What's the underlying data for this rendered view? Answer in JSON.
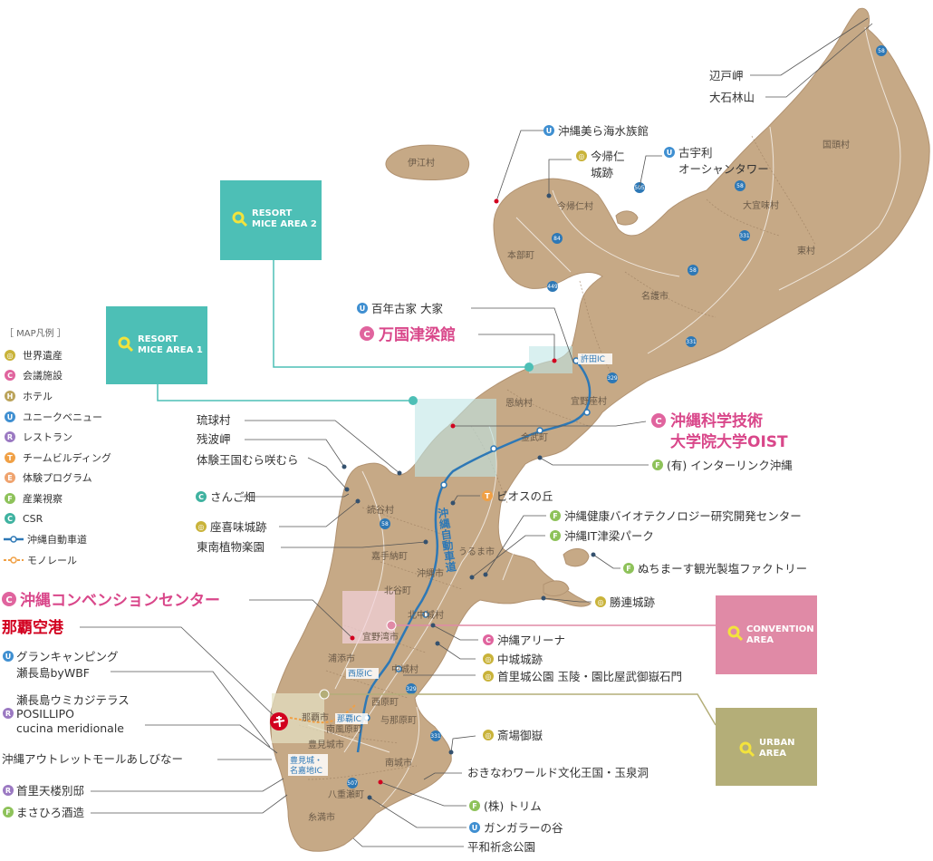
{
  "legend": {
    "title": "［ MAP凡例 ］",
    "items": [
      {
        "glyph": "◎",
        "color": "#c9b33a",
        "label": "世界遺産"
      },
      {
        "glyph": "C",
        "color": "#e0649e",
        "label": "会議施設"
      },
      {
        "glyph": "H",
        "color": "#bba35a",
        "label": "ホテル"
      },
      {
        "glyph": "U",
        "color": "#3f8fd1",
        "label": "ユニークベニュー"
      },
      {
        "glyph": "R",
        "color": "#9b79c2",
        "label": "レストラン"
      },
      {
        "glyph": "T",
        "color": "#f0a045",
        "label": "チームビルディング"
      },
      {
        "glyph": "E",
        "color": "#efa36e",
        "label": "体験プログラム"
      },
      {
        "glyph": "F",
        "color": "#8ec25a",
        "label": "産業視察"
      },
      {
        "glyph": "C",
        "color": "#3fb2a0",
        "label": "CSR"
      }
    ],
    "expressway_label": "沖縄自動車道",
    "monorail_label": "モノレール"
  },
  "area_boxes": [
    {
      "text1": "RESORT",
      "text2": "MICE AREA 2",
      "color": "#4dbfb6"
    },
    {
      "text1": "RESORT",
      "text2": "MICE AREA 1",
      "color": "#4dbfb6"
    },
    {
      "text1": "CONVENTION",
      "text2": "AREA",
      "color": "#e08aa6"
    },
    {
      "text1": "URBAN",
      "text2": "AREA",
      "color": "#b4ae78"
    }
  ],
  "labels": {
    "hedo": "辺戸岬",
    "oishi": "大石林山",
    "churaumi": "沖縄美ら海水族館",
    "nakijin_1": "今帰仁",
    "nakijin_2": "城跡",
    "kouri_1": "古宇利",
    "kouri_2": "オーシャンタワー",
    "hyakunen": "百年古家 大家",
    "bankoku": "万国津梁館",
    "oist_1": "沖縄科学技術",
    "oist_2": "大学院大学OIST",
    "interlink": "(有) インターリンク沖縄",
    "ryukyumura": "琉球村",
    "zanpa": "残波岬",
    "taiken": "体験王国むら咲むら",
    "sango": "さんご畑",
    "pios": "ビオスの丘",
    "zakimi": "座喜味城跡",
    "tonan": "東南植物楽園",
    "bio": "沖縄健康バイオテクノロジー研究開発センター",
    "itpark": "沖縄IT津梁パーク",
    "nuchima": "ぬちまーす観光製塩ファクトリー",
    "katsuren": "勝連城跡",
    "convention": "沖縄コンベンションセンター",
    "airport": "那覇空港",
    "arena": "沖縄アリーナ",
    "nakagusuku": "中城城跡",
    "shuri": "首里城公園 玉陵・園比屋武御嶽石門",
    "glamping_1": "グランキャンピング",
    "glamping_2": "瀬長島byWBF",
    "umikaji_1": "瀬長島ウミカジテラス",
    "umikaji_2": "POSILLIPO",
    "umikaji_3": "cucina meridionale",
    "seifa": "斎場御嶽",
    "outlet": "沖縄アウトレットモールあしびなー",
    "okinawaworld": "おきなわワールド文化王国・玉泉洞",
    "shuritenro": "首里天楼別邸",
    "trim": "(株) トリム",
    "masahiro": "まさひろ酒造",
    "gangala": "ガンガラーの谷",
    "heiwa": "平和祈念公園"
  },
  "towns": {
    "izena": "伊江村",
    "kunigami": "国頭村",
    "ogimi": "大宜味村",
    "higashi": "東村",
    "nakijin": "今帰仁村",
    "motobu": "本部町",
    "nago": "名護市",
    "onna": "恩納村",
    "ginoza": "宜野座村",
    "kin": "金武町",
    "yomitan": "読谷村",
    "kadena": "嘉手納町",
    "okinawa": "沖縄市",
    "uruma": "うるま市",
    "kitanakagusuku": "北中城村",
    "urasoe": "浦添市",
    "ginowan": "宜野湾市",
    "kitaya": "北谷町",
    "nakagusuku": "中城村",
    "nishihara": "西原町",
    "yonabaru": "与那原町",
    "naha": "那覇市",
    "haebaru": "南風原町",
    "tomigusuku": "豊見城市",
    "nanjo": "南城市",
    "yaese": "八重瀬町",
    "itoman": "糸満市"
  },
  "ics": {
    "kyoda": "許田IC",
    "nishihara": "西原IC",
    "naha": "那覇IC",
    "tomigusuku_1": "豊見城・",
    "tomigusuku_2": "名嘉地IC"
  },
  "expressway_name": "沖縄自動車道",
  "route_numbers": [
    "58",
    "58",
    "58",
    "505",
    "84",
    "449",
    "331",
    "329",
    "331",
    "58",
    "329",
    "331",
    "507"
  ]
}
